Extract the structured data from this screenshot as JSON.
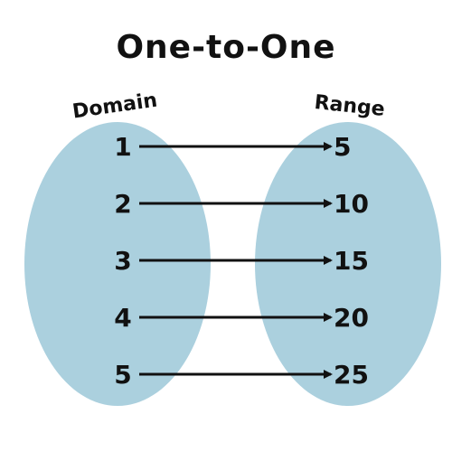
{
  "title": "One-to-One",
  "domain_label": "Domain",
  "range_label": "Range",
  "colors": {
    "ellipse_fill": "#abd0de",
    "text": "#111111",
    "arrow": "#111111"
  },
  "mapping": [
    {
      "from": "1",
      "to": "5"
    },
    {
      "from": "2",
      "to": "10"
    },
    {
      "from": "3",
      "to": "15"
    },
    {
      "from": "4",
      "to": "20"
    },
    {
      "from": "5",
      "to": "25"
    }
  ]
}
